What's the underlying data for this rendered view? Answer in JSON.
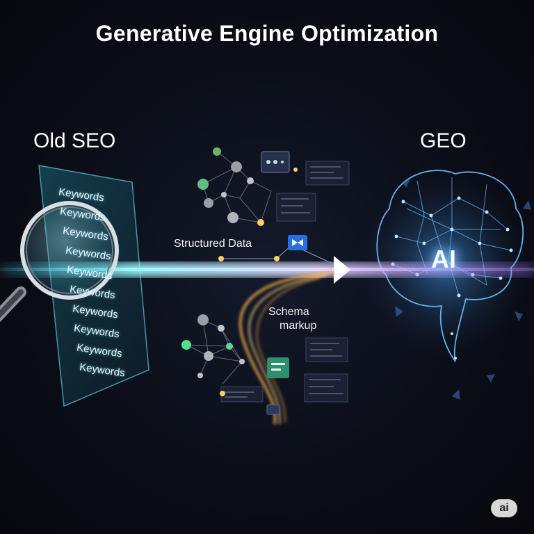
{
  "title": "Generative Engine Optimization",
  "left_label": "Old SEO",
  "right_label": "GEO",
  "keywords": [
    "Keywords",
    "Keywords",
    "Keywords",
    "Keywords",
    "Keywords",
    "Keywords",
    "Keywords",
    "Keywords",
    "Keywords",
    "Keywords"
  ],
  "structured_label": "Structured Data",
  "schema_label_1": "Schema",
  "schema_label_2": "markup",
  "ai_label": "AI",
  "badge": "ai",
  "colors": {
    "beam": "#7ff3ff",
    "brain": "#5fb4ff",
    "gold": "#ffb347",
    "accent_purple": "#b27bff"
  }
}
